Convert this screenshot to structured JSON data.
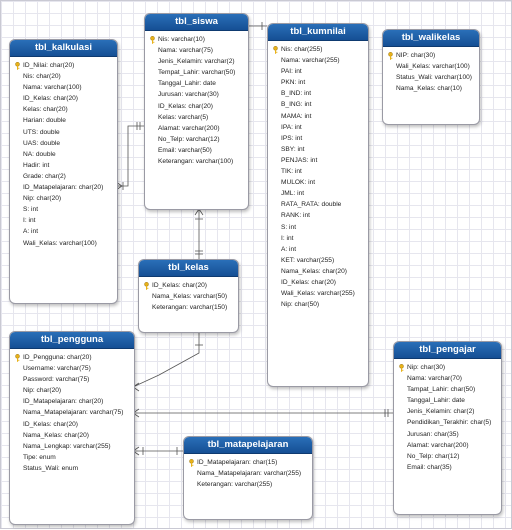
{
  "entities": [
    {
      "id": "tbl_kalkulasi",
      "title": "tbl_kalkulasi",
      "attributes": [
        {
          "text": "ID_Nilai: char(20)",
          "key": true
        },
        {
          "text": "Nis: char(20)"
        },
        {
          "text": "Nama: varchar(100)"
        },
        {
          "text": "ID_Kelas: char(20)"
        },
        {
          "text": "Kelas: char(20)"
        },
        {
          "text": "Harian: double"
        },
        {
          "text": "UTS: double"
        },
        {
          "text": "UAS: double"
        },
        {
          "text": "NA: double"
        },
        {
          "text": "Hadir: int"
        },
        {
          "text": "Grade: char(2)"
        },
        {
          "text": "ID_Matapelajaran: char(20)"
        },
        {
          "text": "Nip: char(20)"
        },
        {
          "text": "S: int"
        },
        {
          "text": "I: int"
        },
        {
          "text": "A: int"
        },
        {
          "text": "Wali_Kelas: varchar(100)"
        }
      ]
    },
    {
      "id": "tbl_siswa",
      "title": "tbl_siswa",
      "attributes": [
        {
          "text": "Nis: varchar(10)",
          "key": true
        },
        {
          "text": "Nama: varchar(75)"
        },
        {
          "text": "Jenis_Kelamin: varchar(2)"
        },
        {
          "text": "Tempat_Lahir: varchar(50)"
        },
        {
          "text": "Tanggal_Lahir: date"
        },
        {
          "text": "Jurusan: varchar(30)"
        },
        {
          "text": "ID_Kelas: char(20)"
        },
        {
          "text": "Kelas: varchar(5)"
        },
        {
          "text": "Alamat: varchar(200)"
        },
        {
          "text": "No_Telp: varchar(12)"
        },
        {
          "text": "Email: varchar(50)"
        },
        {
          "text": "Keterangan: varchar(100)"
        }
      ]
    },
    {
      "id": "tbl_kumnilai",
      "title": "tbl_kumnilai",
      "attributes": [
        {
          "text": "Nis: char(255)",
          "key": true
        },
        {
          "text": "Nama: varchar(255)"
        },
        {
          "text": "PAI: int"
        },
        {
          "text": "PKN: int"
        },
        {
          "text": "B_IND: int"
        },
        {
          "text": "B_ING: int"
        },
        {
          "text": "MAMA: int"
        },
        {
          "text": "IPA: int"
        },
        {
          "text": "IPS: int"
        },
        {
          "text": "SBY: int"
        },
        {
          "text": "PENJAS: int"
        },
        {
          "text": "TIK: int"
        },
        {
          "text": "MULOK: int"
        },
        {
          "text": "JML: int"
        },
        {
          "text": "RATA_RATA: double"
        },
        {
          "text": "RANK: int"
        },
        {
          "text": "S: int"
        },
        {
          "text": "I: int"
        },
        {
          "text": "A: int"
        },
        {
          "text": "KET: varchar(255)"
        },
        {
          "text": "Nama_Kelas: char(20)"
        },
        {
          "text": "ID_Kelas: char(20)"
        },
        {
          "text": "Wali_Kelas: varchar(255)"
        },
        {
          "text": "Nip: char(50)"
        }
      ]
    },
    {
      "id": "tbl_walikelas",
      "title": "tbl_walikelas",
      "attributes": [
        {
          "text": "NIP: char(30)",
          "key": true
        },
        {
          "text": "Wali_Kelas: varchar(100)"
        },
        {
          "text": "Status_Wali: varchar(100)"
        },
        {
          "text": "Nama_Kelas: char(10)"
        }
      ]
    },
    {
      "id": "tbl_kelas",
      "title": "tbl_kelas",
      "attributes": [
        {
          "text": "ID_Kelas: char(20)",
          "key": true
        },
        {
          "text": "Nama_Kelas: varchar(50)"
        },
        {
          "text": "Keterangan: varchar(150)"
        }
      ]
    },
    {
      "id": "tbl_pengguna",
      "title": "tbl_pengguna",
      "attributes": [
        {
          "text": "ID_Pengguna: char(20)",
          "key": true
        },
        {
          "text": "Username: varchar(75)"
        },
        {
          "text": "Password: varchar(75)"
        },
        {
          "text": "Nip: char(20)"
        },
        {
          "text": "ID_Matapelajaran: char(20)"
        },
        {
          "text": "Nama_Matapelajaran: varchar(75)"
        },
        {
          "text": "ID_Kelas: char(20)"
        },
        {
          "text": "Nama_Kelas: char(20)"
        },
        {
          "text": "Nama_Lengkap: varchar(255)"
        },
        {
          "text": "Tipe: enum"
        },
        {
          "text": "Status_Wali: enum"
        }
      ]
    },
    {
      "id": "tbl_matapelajaran",
      "title": "tbl_matapelajaran",
      "attributes": [
        {
          "text": "ID_Matapelajaran: char(15)",
          "key": true
        },
        {
          "text": "Nama_Matapelajaran: varchar(255)"
        },
        {
          "text": "Keterangan: varchar(255)"
        }
      ]
    },
    {
      "id": "tbl_pengajar",
      "title": "tbl_pengajar",
      "attributes": [
        {
          "text": "Nip: char(30)",
          "key": true
        },
        {
          "text": "Nama: varchar(70)"
        },
        {
          "text": "Tampat_Lahir: char(50)"
        },
        {
          "text": "Tanggal_Lahir: date"
        },
        {
          "text": "Jenis_Kelamin: char(2)"
        },
        {
          "text": "Pendidikan_Terakhir: char(5)"
        },
        {
          "text": "Jurusan: char(35)"
        },
        {
          "text": "Alamat: varchar(200)"
        },
        {
          "text": "No_Telp: char(12)"
        },
        {
          "text": "Email: char(35)"
        }
      ]
    }
  ],
  "colors": {
    "header_top": "#2a6fb8",
    "header_bottom": "#154f94",
    "key_icon": "#e8b21a",
    "connector": "#555555"
  }
}
